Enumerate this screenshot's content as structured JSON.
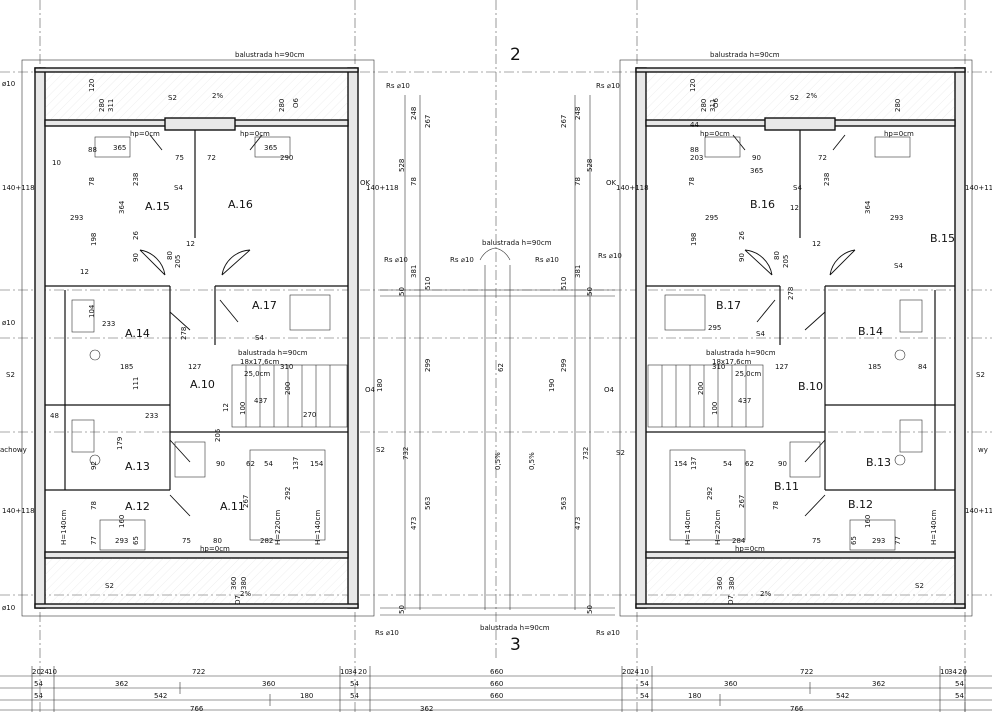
{
  "section_labels": {
    "top": "2",
    "bottom": "3"
  },
  "annotations": {
    "balustrade_90": "balustrada h=90cm",
    "rs": "Rs ⌀10",
    "stairs": "18x17,6cm",
    "slope_2": "2%",
    "slope_05": "0,5%",
    "hp0": "hp=0cm",
    "h140": "H=140cm",
    "h220": "H=220cm",
    "ok": "OK",
    "window_140": "140+118",
    "s2": "S2",
    "s4": "S4",
    "o4": "O4",
    "o6": "O6",
    "o7": "O7"
  },
  "rooms_left": [
    "A.15",
    "A.16",
    "A.17",
    "A.14",
    "A.10",
    "A.13",
    "A.12",
    "A.11"
  ],
  "rooms_right": [
    "B.16",
    "B.15",
    "B.17",
    "B.14",
    "B.10",
    "B.13",
    "B.11",
    "B.12"
  ],
  "bottom_dims": {
    "row1_left": [
      "20",
      "24",
      "10",
      "722",
      "10",
      "34",
      "20"
    ],
    "row1_mid": "660",
    "row1_right": [
      "20",
      "24",
      "10",
      "722",
      "10",
      "34",
      "20"
    ],
    "row2_left": [
      "54",
      "362",
      "360",
      "54"
    ],
    "row2_mid": "660",
    "row2_right": [
      "54",
      "360",
      "362",
      "54"
    ],
    "row3_left": [
      "54",
      "542",
      "180",
      "54"
    ],
    "row3_mid": "660",
    "row3_right": [
      "54",
      "180",
      "542",
      "54"
    ],
    "row4": [
      "766",
      "362",
      "766"
    ]
  },
  "middle_dims": {
    "vertical_left": [
      "248",
      "267",
      "528",
      "78",
      "381",
      "510",
      "50",
      "299",
      "732",
      "563",
      "473",
      "50"
    ],
    "vertical_right": [
      "267",
      "248",
      "528",
      "78",
      "381",
      "510",
      "50",
      "299",
      "732",
      "563",
      "473",
      "50"
    ],
    "center": [
      "62",
      "180",
      "190"
    ]
  },
  "left_unit_dims": [
    "120",
    "280",
    "311",
    "280",
    "88",
    "365",
    "75",
    "72",
    "290",
    "365",
    "78",
    "238",
    "364",
    "293",
    "198",
    "26",
    "90",
    "12",
    "10",
    "80",
    "205",
    "12",
    "233",
    "104",
    "278",
    "185",
    "127",
    "310",
    "437",
    "100",
    "12",
    "200",
    "270",
    "233",
    "111",
    "179",
    "92",
    "205",
    "48",
    "62",
    "90",
    "54",
    "137",
    "154",
    "267",
    "292",
    "282",
    "160",
    "78",
    "77",
    "293",
    "65",
    "75",
    "80",
    "360",
    "380",
    "25,0cm"
  ],
  "right_unit_dims": [
    "120",
    "280",
    "311",
    "280",
    "44",
    "88",
    "203",
    "365",
    "90",
    "72",
    "78",
    "238",
    "364",
    "293",
    "295",
    "198",
    "26",
    "90",
    "12",
    "12",
    "80",
    "205",
    "278",
    "295",
    "310",
    "127",
    "185",
    "84",
    "437",
    "100",
    "200",
    "137",
    "154",
    "54",
    "62",
    "90",
    "292",
    "267",
    "284",
    "78",
    "75",
    "77",
    "65",
    "293",
    "160",
    "360",
    "380",
    "25,0cm"
  ],
  "side_labels": {
    "left_edge": "achowy",
    "right_edge": "wy"
  },
  "side_marks": [
    "ø10",
    "ø10",
    "ø10",
    "S2",
    "S2"
  ]
}
